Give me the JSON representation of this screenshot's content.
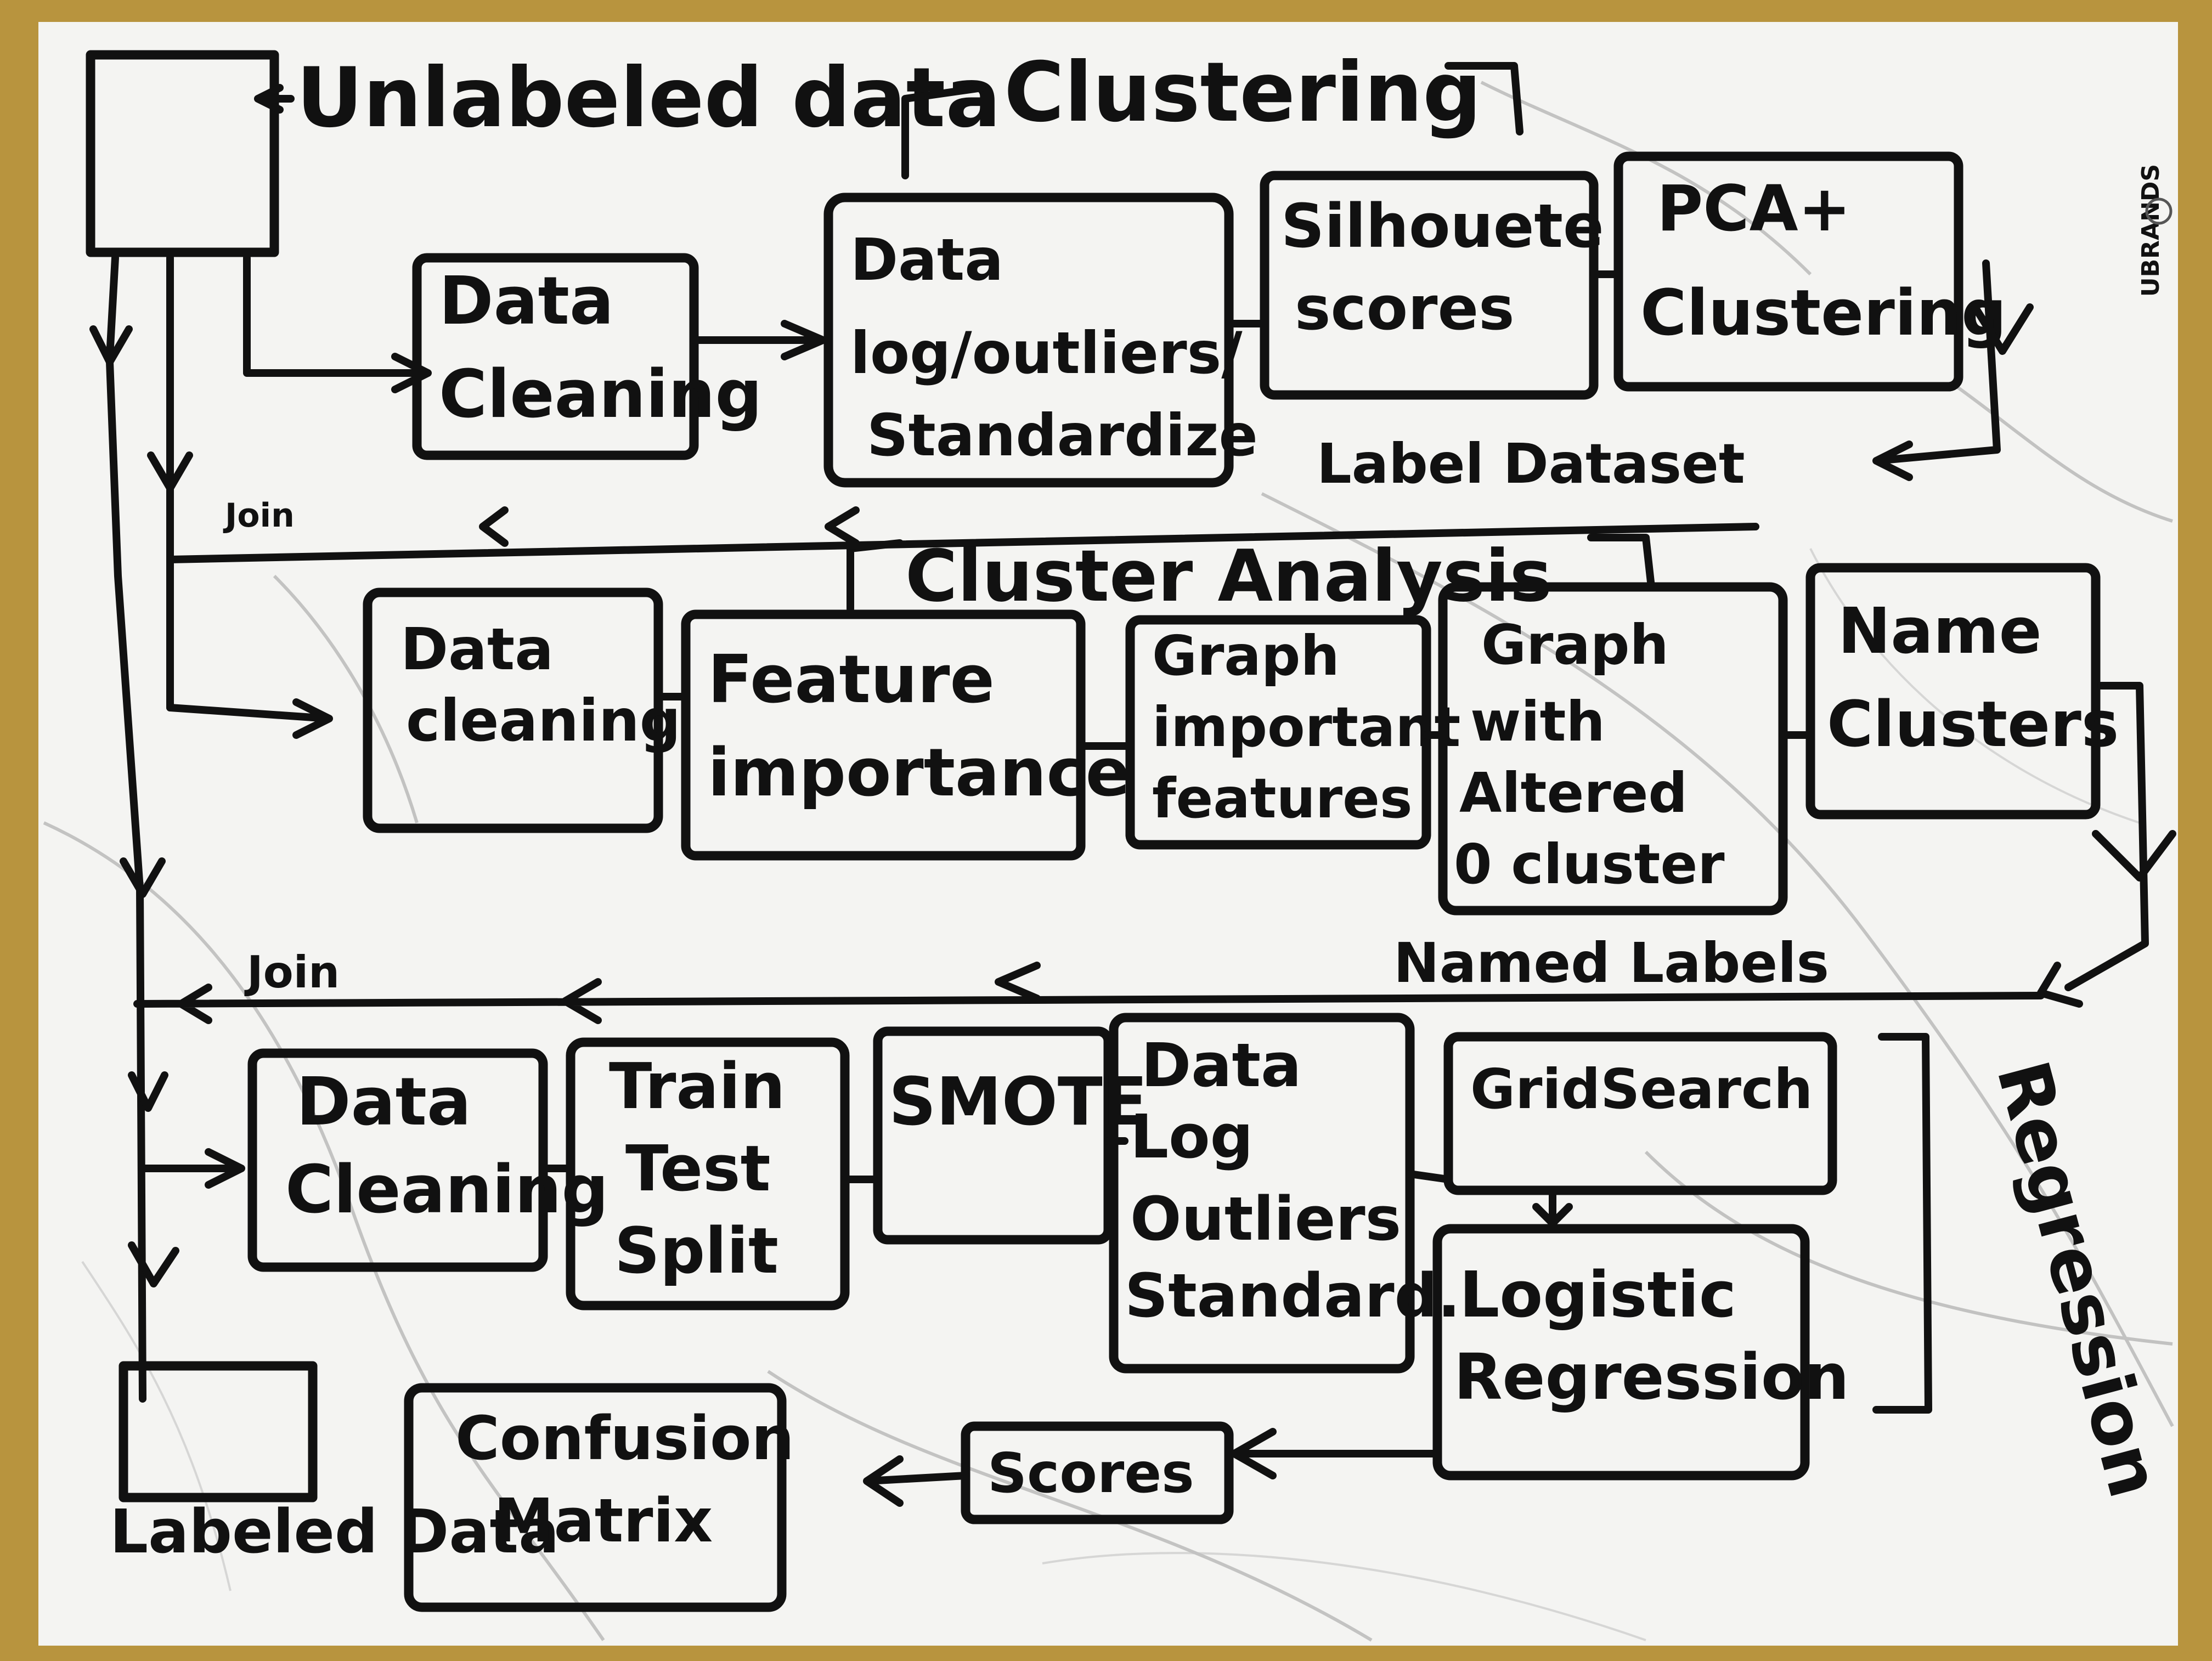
{
  "brand": "UBRANDS",
  "colors": {
    "frame": "#b8943e",
    "board": "#f4f4f2",
    "ink": "#111111",
    "marble": "#9a9a9a"
  },
  "inputs": {
    "unlabeled": "Unlabeled data",
    "labeled": "Labeled Data"
  },
  "sections": {
    "clustering": "Clustering",
    "cluster_analysis": "Cluster Analysis",
    "regression": "Regression"
  },
  "row1": {
    "data_cleaning": [
      "Data",
      "Cleaning"
    ],
    "preprocess": [
      "Data",
      "log/outliers/",
      "Standardize"
    ],
    "silhouette": [
      "Silhouete",
      "scores"
    ],
    "pca": [
      "PCA+",
      "Clustering"
    ],
    "output_label": "Label Dataset",
    "join_label": "Join"
  },
  "row2": {
    "data_cleaning": [
      "Data",
      "cleaning"
    ],
    "feature_importance": [
      "Feature",
      "importance"
    ],
    "graph_important": [
      "Graph",
      "important",
      "features"
    ],
    "graph_altered": [
      "Graph",
      "with",
      "Altered",
      "0 cluster"
    ],
    "name_clusters": [
      "Name",
      "Clusters"
    ],
    "output_label": "Named Labels",
    "join_label": "Join"
  },
  "row3": {
    "data_cleaning": [
      "Data",
      "Cleaning"
    ],
    "train_test": [
      "Train",
      "Test",
      "Split"
    ],
    "smote": [
      "SMOTE"
    ],
    "preprocess": [
      "Data",
      "Log",
      "Outliers",
      "Standard."
    ],
    "gridsearch": [
      "GridSearch"
    ],
    "logistic": [
      "Logistic",
      "Regression"
    ],
    "scores": [
      "Scores"
    ],
    "confusion": [
      "Confusion",
      "Matrix"
    ]
  }
}
